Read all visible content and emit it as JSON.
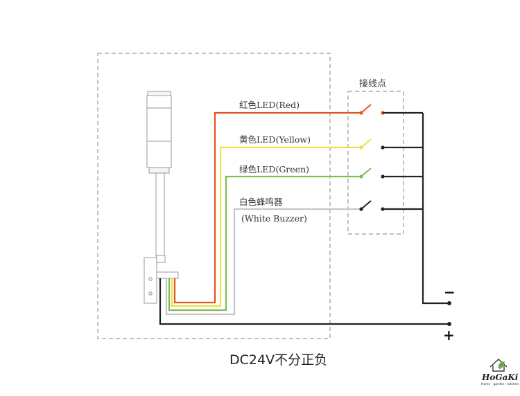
{
  "connection_point_label": "接线点",
  "wires": [
    {
      "label": "红色LED(Red)",
      "color": "#e2541c"
    },
    {
      "label": "黄色LED(Yellow)",
      "color": "#e9e342"
    },
    {
      "label": "绿色LED(Green)",
      "color": "#7fbd52"
    },
    {
      "label": "白色蜂鸣器",
      "label2": "(White Buzzer)",
      "color": "#c6c6c6"
    }
  ],
  "common_wire_color": "#222222",
  "minus_symbol": "−",
  "plus_symbol": "+",
  "caption": "DC24V不分正负",
  "logo": {
    "name": "HoGaKi",
    "tagline": "Home · garden · kitchen"
  }
}
